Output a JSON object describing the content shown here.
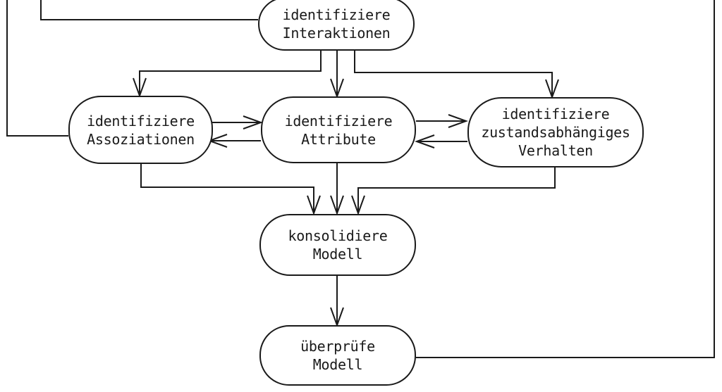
{
  "diagram": {
    "title": "OOA process flowchart (German)",
    "colors": {
      "ink": "#1a1a1a",
      "background": "#ffffff"
    },
    "nodes": {
      "interaktionen": {
        "label": "identifiziere\nInteraktionen"
      },
      "assoziationen": {
        "label": "identifiziere\nAssoziationen"
      },
      "attribute": {
        "label": "identifiziere\nAttribute"
      },
      "verhalten": {
        "label": "identifiziere\nzustandsabhängiges\nVerhalten"
      },
      "konsolidiere": {
        "label": "konsolidiere\nModell"
      },
      "ueberpruefe": {
        "label": "überprüfe\nModell"
      }
    },
    "edges": [
      {
        "from": "offscreen-top-left",
        "to": "identifiziere Assoziationen",
        "arrow": false
      },
      {
        "from": "offscreen-top-left",
        "to": "identifiziere Interaktionen",
        "arrow": false
      },
      {
        "from": "identifiziere Interaktionen",
        "to": "identifiziere Assoziationen",
        "arrow": true
      },
      {
        "from": "identifiziere Interaktionen",
        "to": "identifiziere Attribute",
        "arrow": true
      },
      {
        "from": "identifiziere Interaktionen",
        "to": "identifiziere zustandsabhängiges Verhalten",
        "arrow": true
      },
      {
        "from": "identifiziere Assoziationen",
        "to": "identifiziere Attribute",
        "arrow": true
      },
      {
        "from": "identifiziere Attribute",
        "to": "identifiziere Assoziationen",
        "arrow": true
      },
      {
        "from": "identifiziere Attribute",
        "to": "identifiziere zustandsabhängiges Verhalten",
        "arrow": true
      },
      {
        "from": "identifiziere zustandsabhängiges Verhalten",
        "to": "identifiziere Attribute",
        "arrow": true
      },
      {
        "from": "identifiziere Assoziationen",
        "to": "konsolidiere Modell",
        "arrow": true
      },
      {
        "from": "identifiziere Attribute",
        "to": "konsolidiere Modell",
        "arrow": true
      },
      {
        "from": "identifiziere zustandsabhängiges Verhalten",
        "to": "konsolidiere Modell",
        "arrow": true
      },
      {
        "from": "konsolidiere Modell",
        "to": "überprüfe Modell",
        "arrow": true
      },
      {
        "from": "überprüfe Modell",
        "to": "offscreen-top-right",
        "arrow": false
      }
    ]
  }
}
